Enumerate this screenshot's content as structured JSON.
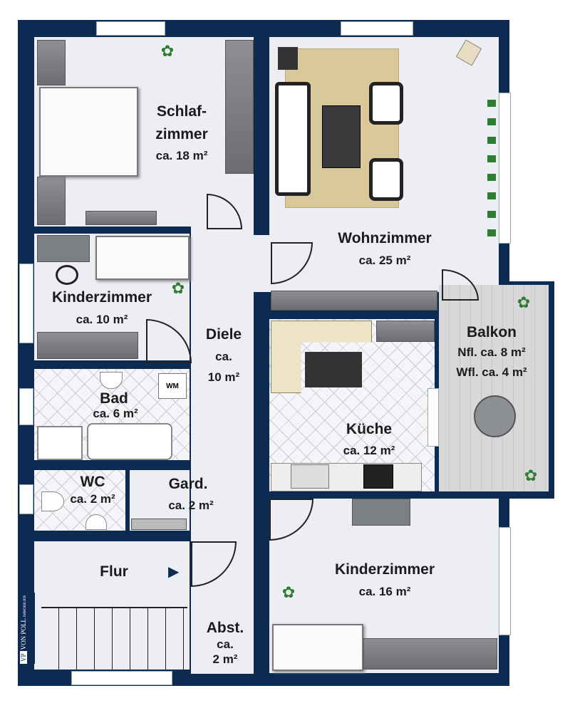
{
  "rooms": {
    "schlafzimmer": {
      "name_1": "Schlaf-",
      "name_2": "zimmer",
      "area": "ca. 18 m²"
    },
    "wohnzimmer": {
      "name": "Wohnzimmer",
      "area": "ca. 25 m²"
    },
    "kinderzimmer_small": {
      "name": "Kinderzimmer",
      "area": "ca. 10 m²"
    },
    "diele": {
      "name": "Diele",
      "area_1": "ca.",
      "area_2": "10 m²"
    },
    "balkon": {
      "name": "Balkon",
      "nfl": "Nfl. ca. 8 m²",
      "wfl": "Wfl. ca. 4 m²"
    },
    "bad": {
      "name": "Bad",
      "area": "ca. 6 m²",
      "appliance": "WM"
    },
    "kueche": {
      "name": "Küche",
      "area": "ca. 12 m²"
    },
    "wc": {
      "name": "WC",
      "area": "ca. 2 m²"
    },
    "gard": {
      "name": "Gard.",
      "area": "ca. 2 m²"
    },
    "flur": {
      "name": "Flur"
    },
    "kinderzimmer_large": {
      "name": "Kinderzimmer",
      "area": "ca. 16 m²"
    },
    "abst": {
      "name": "Abst.",
      "area_1": "ca.",
      "area_2": "2 m²"
    }
  },
  "logo": {
    "brand": "VON POLL",
    "sub": "IMMOBILIEN",
    "mark": "VP"
  },
  "colors": {
    "wall": "#0d2a52",
    "floor": "#eceef4"
  }
}
